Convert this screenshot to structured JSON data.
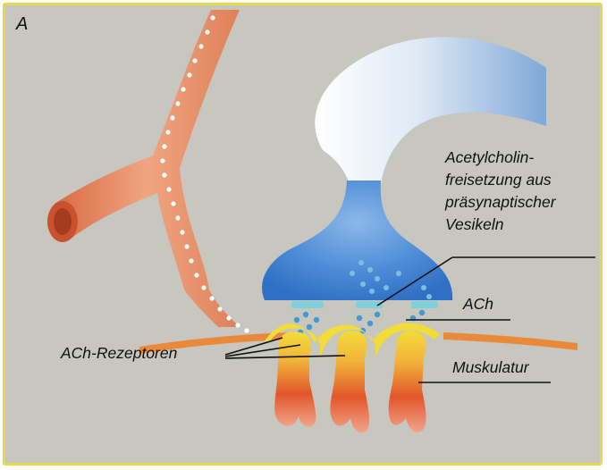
{
  "panel_letter": "A",
  "labels": {
    "release_lines": [
      "Acetylcholin-",
      "freisetzung aus",
      "präsynaptischer",
      "Vesikeln"
    ],
    "ach": "ACh",
    "receptors": "ACh-Rezeptoren",
    "muscle": "Muskulatur"
  },
  "colors": {
    "frame": "#e9d84a",
    "background": "#c7c6bf",
    "nerve_blue": "#4f8fd6",
    "vessel_orange": "#e98a60",
    "receptor_yellow": "#f1dc3a",
    "muscle_red": "#e2562b",
    "vesicle_teal": "#69b6d6"
  }
}
